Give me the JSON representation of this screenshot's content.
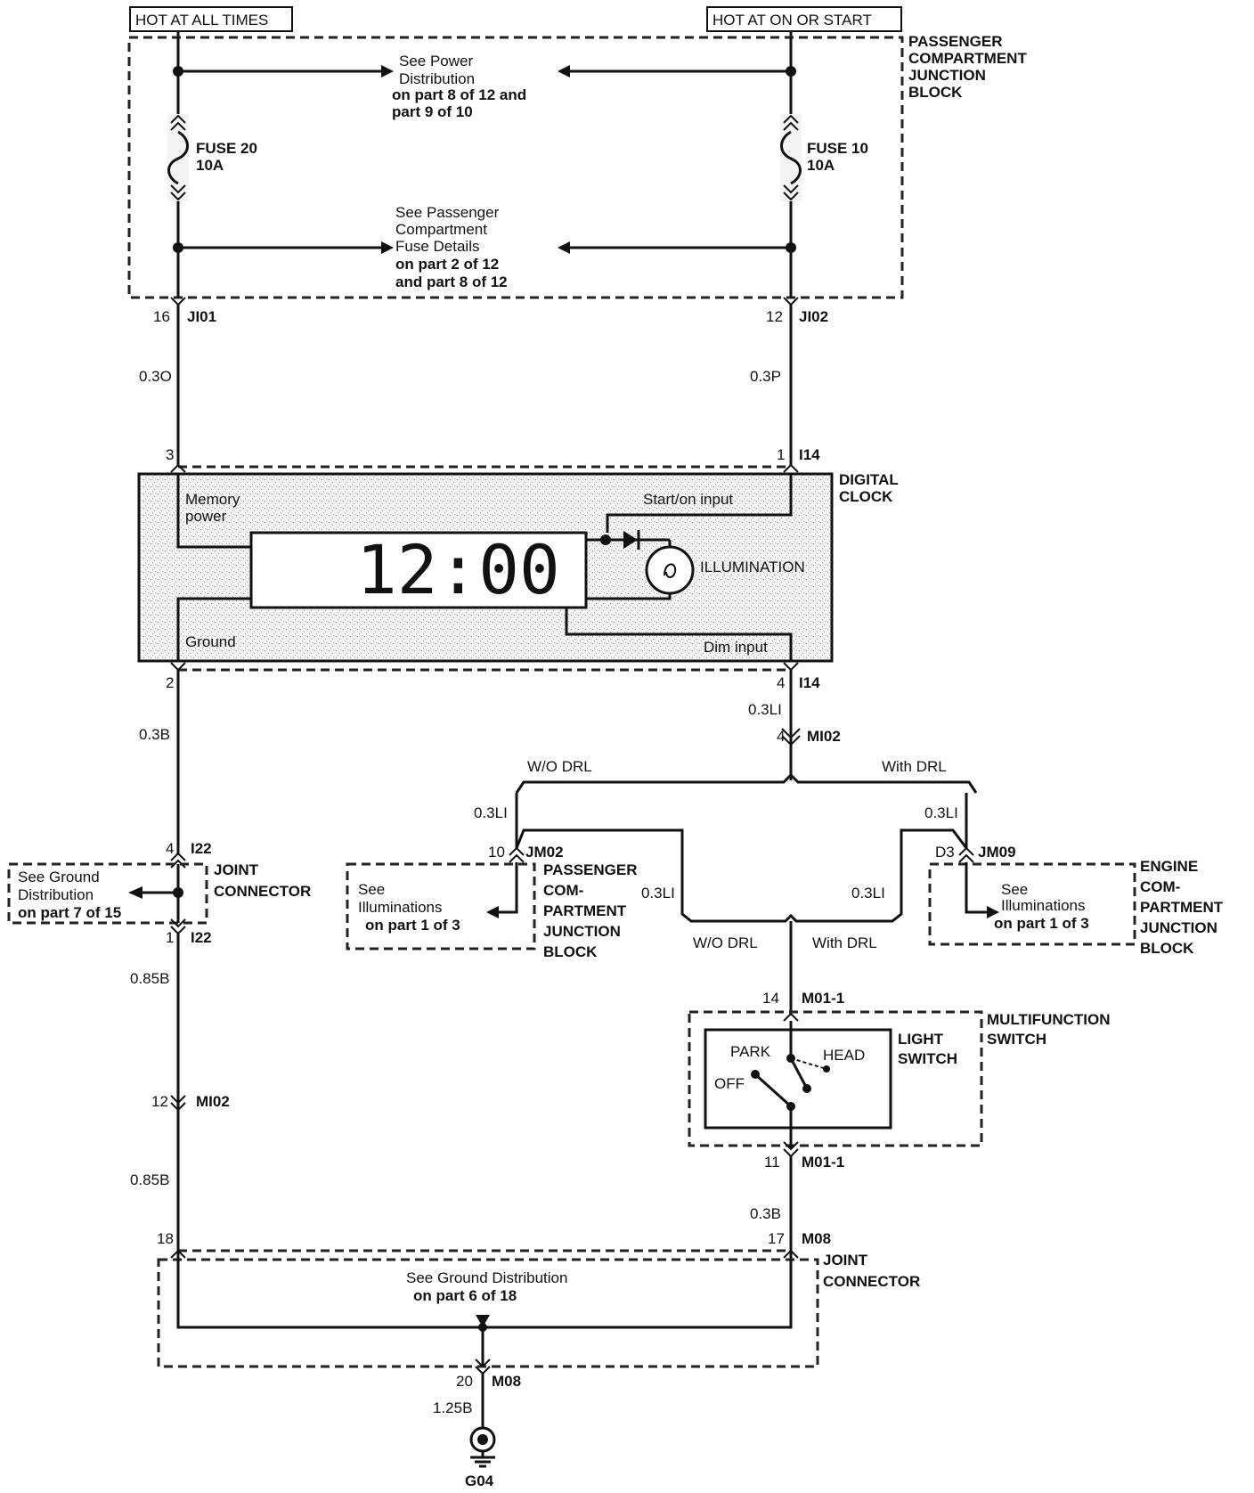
{
  "headers": {
    "left": "HOT AT ALL TIMES",
    "right": "HOT AT ON OR START"
  },
  "pcjb": {
    "name_lines": [
      "PASSENGER",
      "COMPARTMENT",
      "JUNCTION",
      "BLOCK"
    ],
    "power_ref": [
      "See Power",
      "Distribution",
      "on part 8 of 12 and",
      "part 9 of 10"
    ],
    "fuse_ref": [
      "See Passenger",
      "Compartment",
      "Fuse Details",
      "on part 2 of 12",
      "and part 8 of 12"
    ],
    "fuse_left": [
      "FUSE 20",
      "10A"
    ],
    "fuse_right": [
      "FUSE 10",
      "10A"
    ]
  },
  "wires": {
    "left_pin": "16",
    "left_conn": "JI01",
    "left_wire": "0.3O",
    "right_pin": "12",
    "right_conn": "JI02",
    "right_wire": "0.3P",
    "clock_pin3": "3",
    "clock_pin1": "1",
    "clock_conn_top": "I14",
    "clock_pin2": "2",
    "clock_pin4": "4",
    "clock_conn_bottom": "I14",
    "gnd_wire_1": "0.3B",
    "ill_wire": "0.3LI",
    "mi02_pin4": "4",
    "mi02_conn": "MI02",
    "wo_drl": "W/O DRL",
    "with_drl": "With DRL",
    "wo_wire": "0.3LI",
    "with_wire": "0.3LI",
    "jm02_pin": "10",
    "jm02_conn": "JM02",
    "jm09_pin": "D3",
    "jm09_conn": "JM09",
    "mid_wire_left": "0.3LI",
    "mid_wire_right": "0.3LI",
    "mid_wo_drl": "W/O DRL",
    "mid_with_drl": "With DRL",
    "i22_pin4": "4",
    "i22_conn_a": "I22",
    "i22_pin1": "1",
    "i22_conn_b": "I22",
    "gnd_wire_2": "0.85B",
    "mi02_pin12": "12",
    "mi02_conn_b": "MI02",
    "gnd_wire_3": "0.85B",
    "m01_pin14": "14",
    "m01_conn_a": "M01-1",
    "m01_pin11": "11",
    "m01_conn_b": "M01-1",
    "m08_wire": "0.3B",
    "m08_pin18": "18",
    "m08_pin17": "17",
    "m08_conn": "M08",
    "m08_pin20": "20",
    "m08_conn_b": "M08",
    "g04_wire": "1.25B",
    "ground_id": "G04"
  },
  "clock": {
    "name_lines": [
      "DIGITAL",
      "CLOCK"
    ],
    "memory_power": [
      "Memory",
      "power"
    ],
    "start_input": "Start/on input",
    "ground": "Ground",
    "dim_input": "Dim input",
    "illumination": "ILLUMINATION",
    "display": "12:00"
  },
  "joint_connector_a": {
    "name_lines": [
      "JOINT",
      "CONNECTOR"
    ],
    "ref": [
      "See Ground",
      "Distribution",
      "on part 7 of 15"
    ]
  },
  "pcjb_illum": {
    "name_lines": [
      "PASSENGER",
      "COM-",
      "PARTMENT",
      "JUNCTION",
      "BLOCK"
    ],
    "ref": [
      "See",
      "Illuminations",
      "on part 1 of 3"
    ]
  },
  "ecjb_illum": {
    "name_lines": [
      "ENGINE",
      "COM-",
      "PARTMENT",
      "JUNCTION",
      "BLOCK"
    ],
    "ref": [
      "See",
      "Illuminations",
      "on part 1 of 3"
    ]
  },
  "multifunction": {
    "name_lines": [
      "MULTIFUNCTION",
      "SWITCH"
    ],
    "switch_lines": [
      "LIGHT",
      "SWITCH"
    ],
    "park": "PARK",
    "head": "HEAD",
    "off": "OFF"
  },
  "joint_connector_b": {
    "name_lines": [
      "JOINT",
      "CONNECTOR"
    ],
    "ref": [
      "See Ground Distribution",
      "on part 6 of 18"
    ]
  }
}
